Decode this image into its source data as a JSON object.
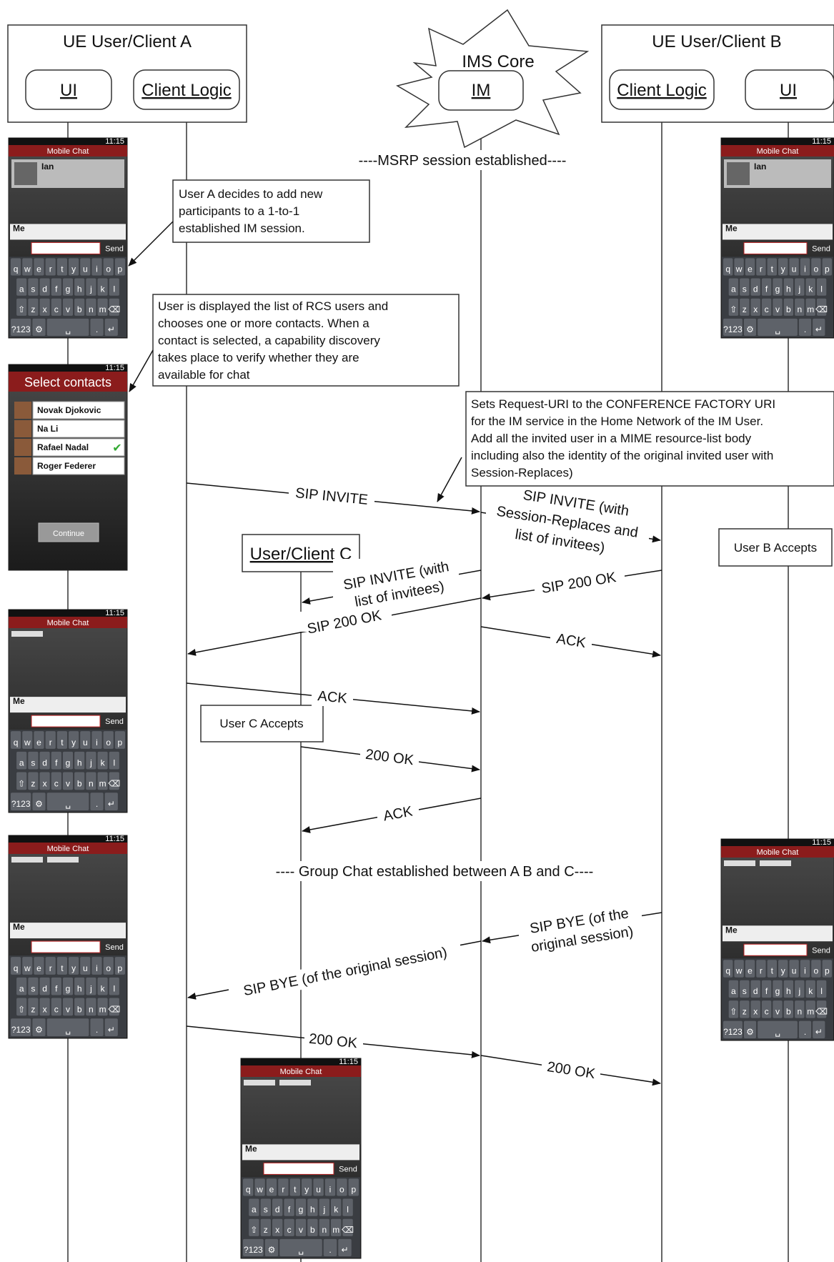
{
  "headers": {
    "client_a": "UE User/Client A",
    "ims_core": "IMS Core",
    "client_b": "UE User/Client B"
  },
  "nodes": {
    "a_ui": "UI",
    "a_logic": "Client Logic",
    "im": "IM",
    "b_logic": "Client Logic",
    "b_ui": "UI",
    "client_c": "User/Client C"
  },
  "annotations": {
    "msrp_established": "----MSRP session established----",
    "group_chat_established": "---- Group Chat established between A B and C----"
  },
  "notes": {
    "add_participants": [
      "User A decides to add new",
      "participants to a 1-to-1",
      "established IM session."
    ],
    "contact_list": [
      "User is displayed the list of RCS users and",
      "chooses one or more contacts. When a",
      "contact is selected, a capability discovery",
      "takes place to verify whether they are",
      "available for chat"
    ],
    "request_uri": [
      "Sets Request-URI to the CONFERENCE FACTORY URI",
      "for the IM service in the Home Network of the IM User.",
      "Add all the invited user in a MIME resource-list body",
      "including also the identity of the original invited user with",
      "Session-Replaces)"
    ],
    "user_b_accepts": "User B Accepts",
    "user_c_accepts": "User C Accepts"
  },
  "messages": {
    "sip_invite": "SIP INVITE",
    "sip_invite_replaces": [
      "SIP INVITE (with",
      "Session-Replaces and",
      "list of invitees)"
    ],
    "sip_invite_invitees": [
      "SIP INVITE (with",
      "list of invitees)"
    ],
    "sip_200_ok_b": "SIP 200 OK",
    "sip_200_ok_a": "SIP 200 OK",
    "ack_b": "ACK",
    "ack_a": "ACK",
    "ok_c": "200 OK",
    "ack_c": "ACK",
    "bye_b": [
      "SIP BYE (of the",
      "original session)"
    ],
    "bye_a": "SIP BYE (of the original session)",
    "ok_a": "200 OK",
    "ok_b": "200 OK"
  },
  "phones": {
    "mobile_chat_title": "Mobile Chat",
    "select_contacts_title": "Select contacts",
    "contacts": [
      "Novak Djokovic",
      "Na Li",
      "Rafael Nadal",
      "Roger Federer"
    ],
    "continue_label": "Continue",
    "chat_contact": "Ian",
    "me_label": "Me",
    "send_label": "Send",
    "status_time": "11:15",
    "key_rows": [
      [
        "q",
        "w",
        "e",
        "r",
        "t",
        "y",
        "u",
        "i",
        "o",
        "p"
      ],
      [
        "a",
        "s",
        "d",
        "f",
        "g",
        "h",
        "j",
        "k",
        "l"
      ],
      [
        "⇧",
        "z",
        "x",
        "c",
        "v",
        "b",
        "n",
        "m",
        "⌫"
      ],
      [
        "?123",
        "⚙",
        "␣",
        ".",
        "↵"
      ]
    ]
  },
  "colors": {
    "line": "#333333",
    "phone_bg": "#2a2a2a",
    "phone_header": "#8b1c1c",
    "keyboard": "#3a3d42",
    "key": "#5e6269"
  }
}
